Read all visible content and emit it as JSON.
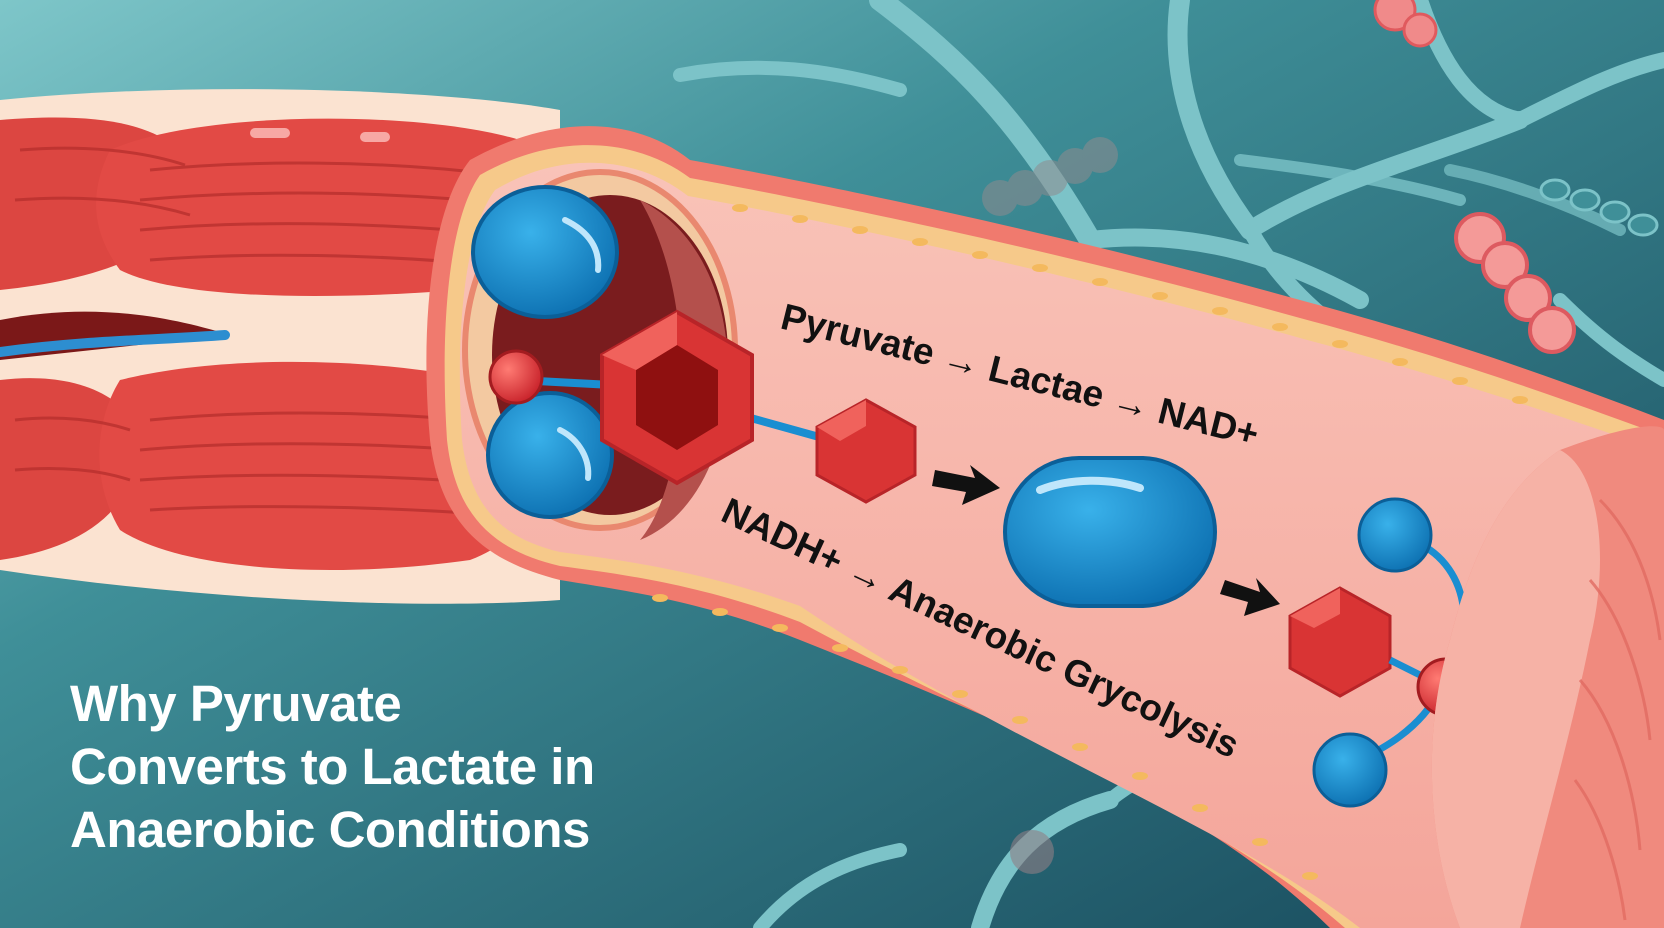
{
  "title": {
    "lines": [
      "Why Pyruvate",
      "Converts to Lactate in",
      "Anaerobic Conditions"
    ]
  },
  "pathway_labels": {
    "top": "Pyruvate → Lactae → NAD+",
    "bottom": "NADH+ → Anaerobic Grycolysis"
  },
  "colors": {
    "background_teal": "#1d5563",
    "capillary": "#7cc3c8",
    "muscle_red": "#d9443f",
    "vessel_pink": "#f6b0a7",
    "molecule_red": "#d93434",
    "molecule_blue": "#1a8ed1",
    "arrow": "#111111",
    "caption_text": "#ffffff"
  },
  "icons": [
    "hexagon-molecule-icon",
    "oval-molecule-icon",
    "sphere-atom-icon",
    "arrow-right-icon"
  ]
}
